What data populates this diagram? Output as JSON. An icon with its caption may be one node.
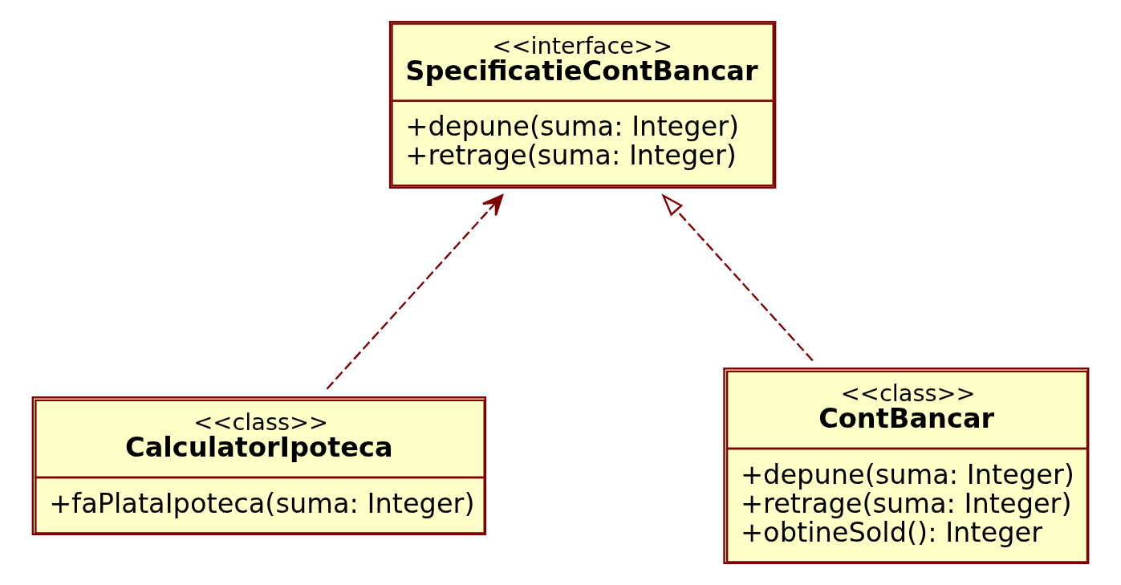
{
  "diagram": {
    "nodes": [
      {
        "text": [
          "<<interface>>",
          "SpecificatieContBancar",
          "+depune(suma: Integer)",
          "+retrage(suma: Integer)"
        ]
      },
      {
        "text": [
          "<<class>>",
          "CalculatorIpoteca",
          "+faPlataIpoteca(suma: Integer)"
        ]
      },
      {
        "text": [
          "<<class>>",
          "ContBancar",
          "+depune(suma: Integer)",
          "+retrage(suma: Integer)",
          "+obtineSold(): Integer"
        ]
      }
    ],
    "edges": [
      {
        "from": 1,
        "to": 0,
        "arrow": "to",
        "style": "dashed",
        "color": "#800000"
      },
      {
        "from": 2,
        "to": 0,
        "arrow": "to",
        "style": "dashed",
        "color": "#800000"
      }
    ]
  }
}
